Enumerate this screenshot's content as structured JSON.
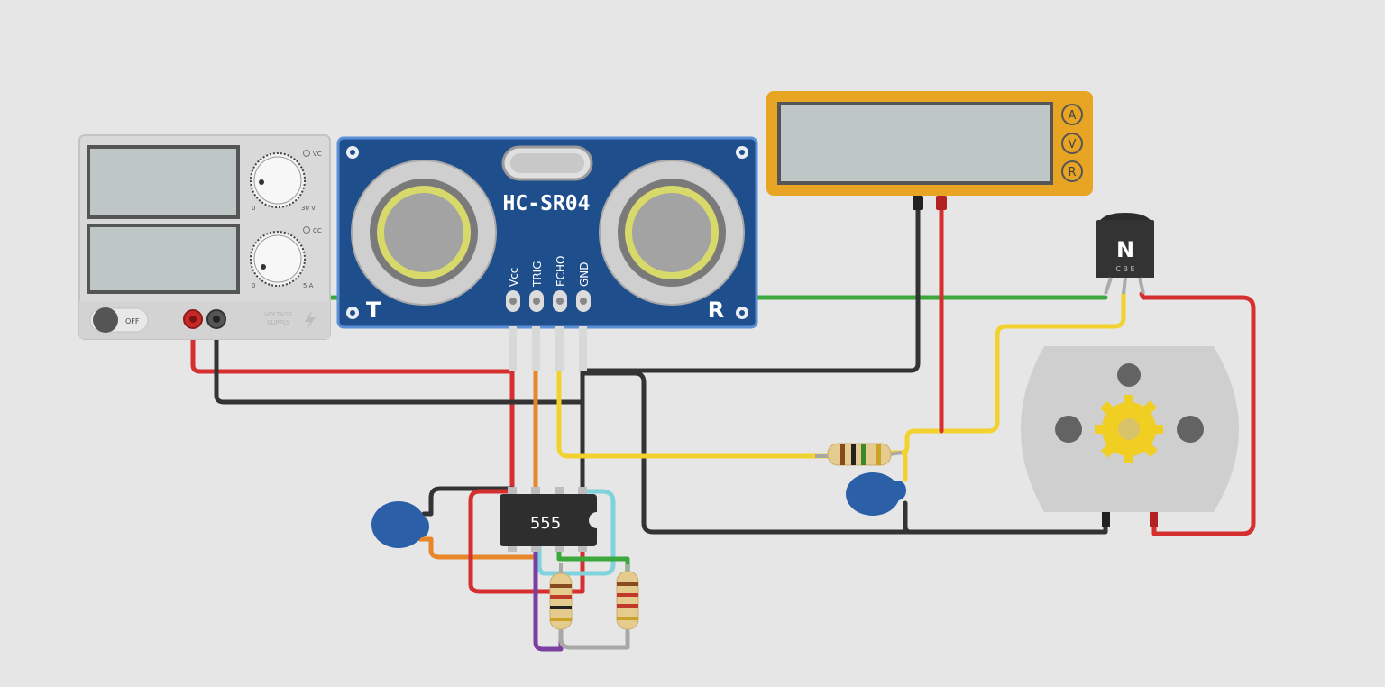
{
  "power_supply": {
    "vc_label": "VC",
    "cc_label": "CC",
    "volt_min": "0",
    "volt_max": "30 V",
    "amp_min": "0",
    "amp_max": "5 A",
    "switch_label": "OFF",
    "brand_line1": "VOLTAGE",
    "brand_line2": "SUPPLY"
  },
  "ultrasonic": {
    "model": "HC-SR04",
    "left_marker": "T",
    "right_marker": "R",
    "pins": [
      "Vcc",
      "TRIG",
      "ECHO",
      "GND"
    ]
  },
  "multimeter": {
    "modes": [
      "A",
      "V",
      "R"
    ]
  },
  "transistor": {
    "type_label": "N",
    "pin_labels": "C B E"
  },
  "timer_ic": {
    "label": "555"
  },
  "colors": {
    "wire_red": "#d62f2f",
    "wire_black": "#333333",
    "wire_green": "#3aa83a",
    "wire_yellow": "#f2d22e",
    "wire_orange": "#e8862a",
    "wire_cyan": "#7fd3dc",
    "wire_purple": "#7a3fa0",
    "wire_gray": "#a8a8a8",
    "sensor_blue": "#1f4e8c",
    "multimeter_orange": "#e8a423",
    "capacitor_blue": "#2b5fa8"
  }
}
